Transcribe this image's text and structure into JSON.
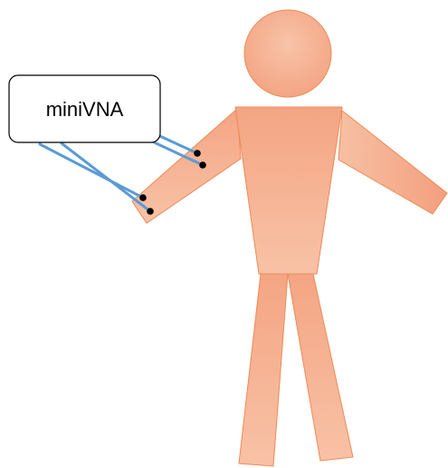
{
  "device": {
    "label": "miniVNA"
  },
  "figure": {
    "parts": [
      "head",
      "torso",
      "left-arm",
      "right-arm",
      "left-leg",
      "right-leg"
    ]
  },
  "electrodes": {
    "count": 4,
    "placement": "forearm"
  },
  "colors": {
    "skin_light": "#f8c4a8",
    "skin_dark": "#f3a07f",
    "skin_outline": "#ee8a57",
    "cable": "#5b9bd5",
    "device_border": "#000000",
    "device_fill": "#ffffff",
    "electrode": "#000000"
  }
}
